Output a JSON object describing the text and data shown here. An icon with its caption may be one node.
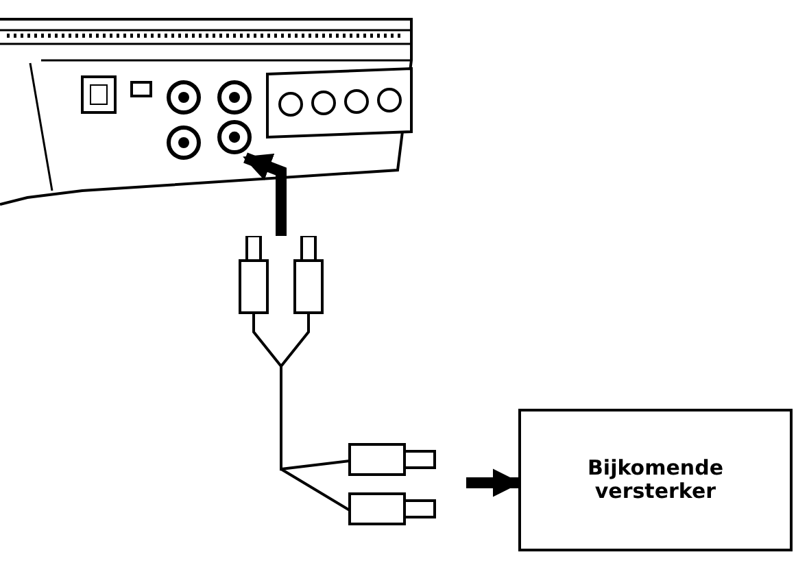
{
  "diagram": {
    "nodes": [
      {
        "text": [],
        "shape": "picture"
      },
      {
        "text": [],
        "shape": "circle",
        "in": 0
      },
      {
        "text": [],
        "shape": "picture"
      },
      {
        "text": [
          "Bijkomende versterker"
        ]
      }
    ],
    "edges": [
      {
        "from": 2,
        "to": 1,
        "arrow": "to"
      },
      {
        "from": 2,
        "to": 3,
        "arrow": "to"
      }
    ]
  }
}
